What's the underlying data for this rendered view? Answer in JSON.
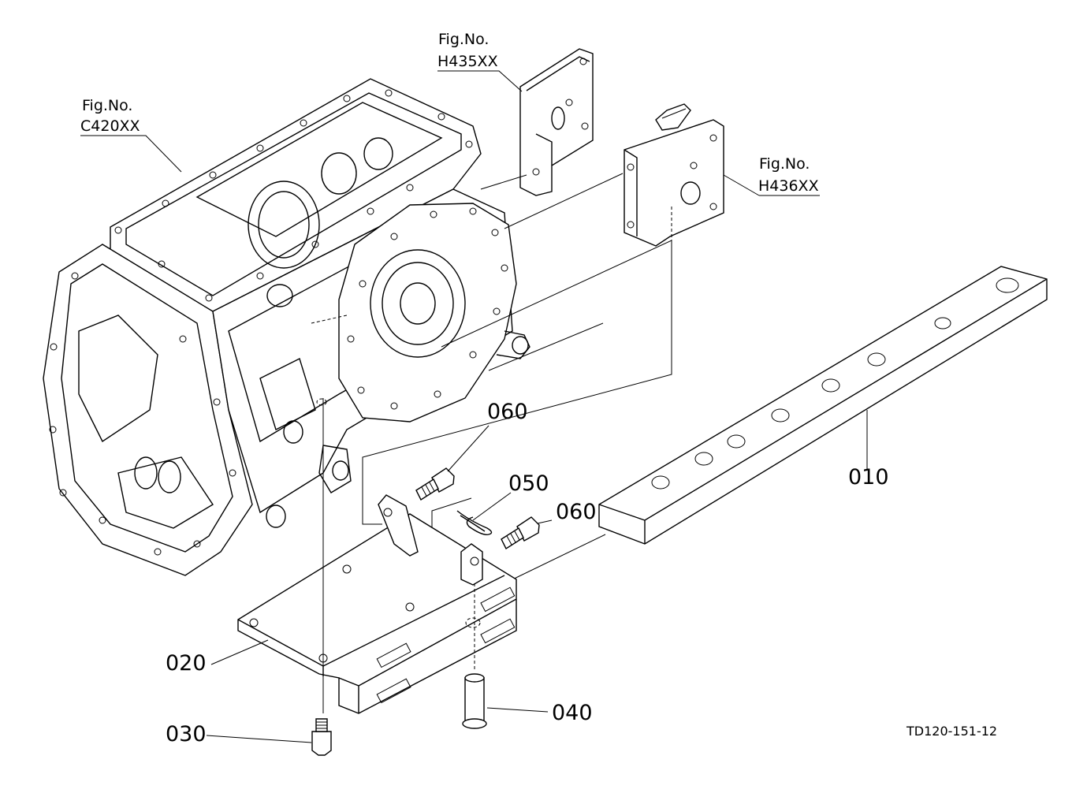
{
  "fig_refs": [
    {
      "id": "c420",
      "line1": "Fig.No.",
      "line2": "C420XX"
    },
    {
      "id": "h435",
      "line1": "Fig.No.",
      "line2": "H435XX"
    },
    {
      "id": "h436",
      "line1": "Fig.No.",
      "line2": "H436XX"
    }
  ],
  "parts": [
    {
      "id": "p010",
      "label": "010"
    },
    {
      "id": "p020",
      "label": "020"
    },
    {
      "id": "p030",
      "label": "030"
    },
    {
      "id": "p040",
      "label": "040"
    },
    {
      "id": "p050",
      "label": "050"
    },
    {
      "id": "p060a",
      "label": "060"
    },
    {
      "id": "p060b",
      "label": "060"
    }
  ],
  "drawing_code": "TD120-151-12"
}
